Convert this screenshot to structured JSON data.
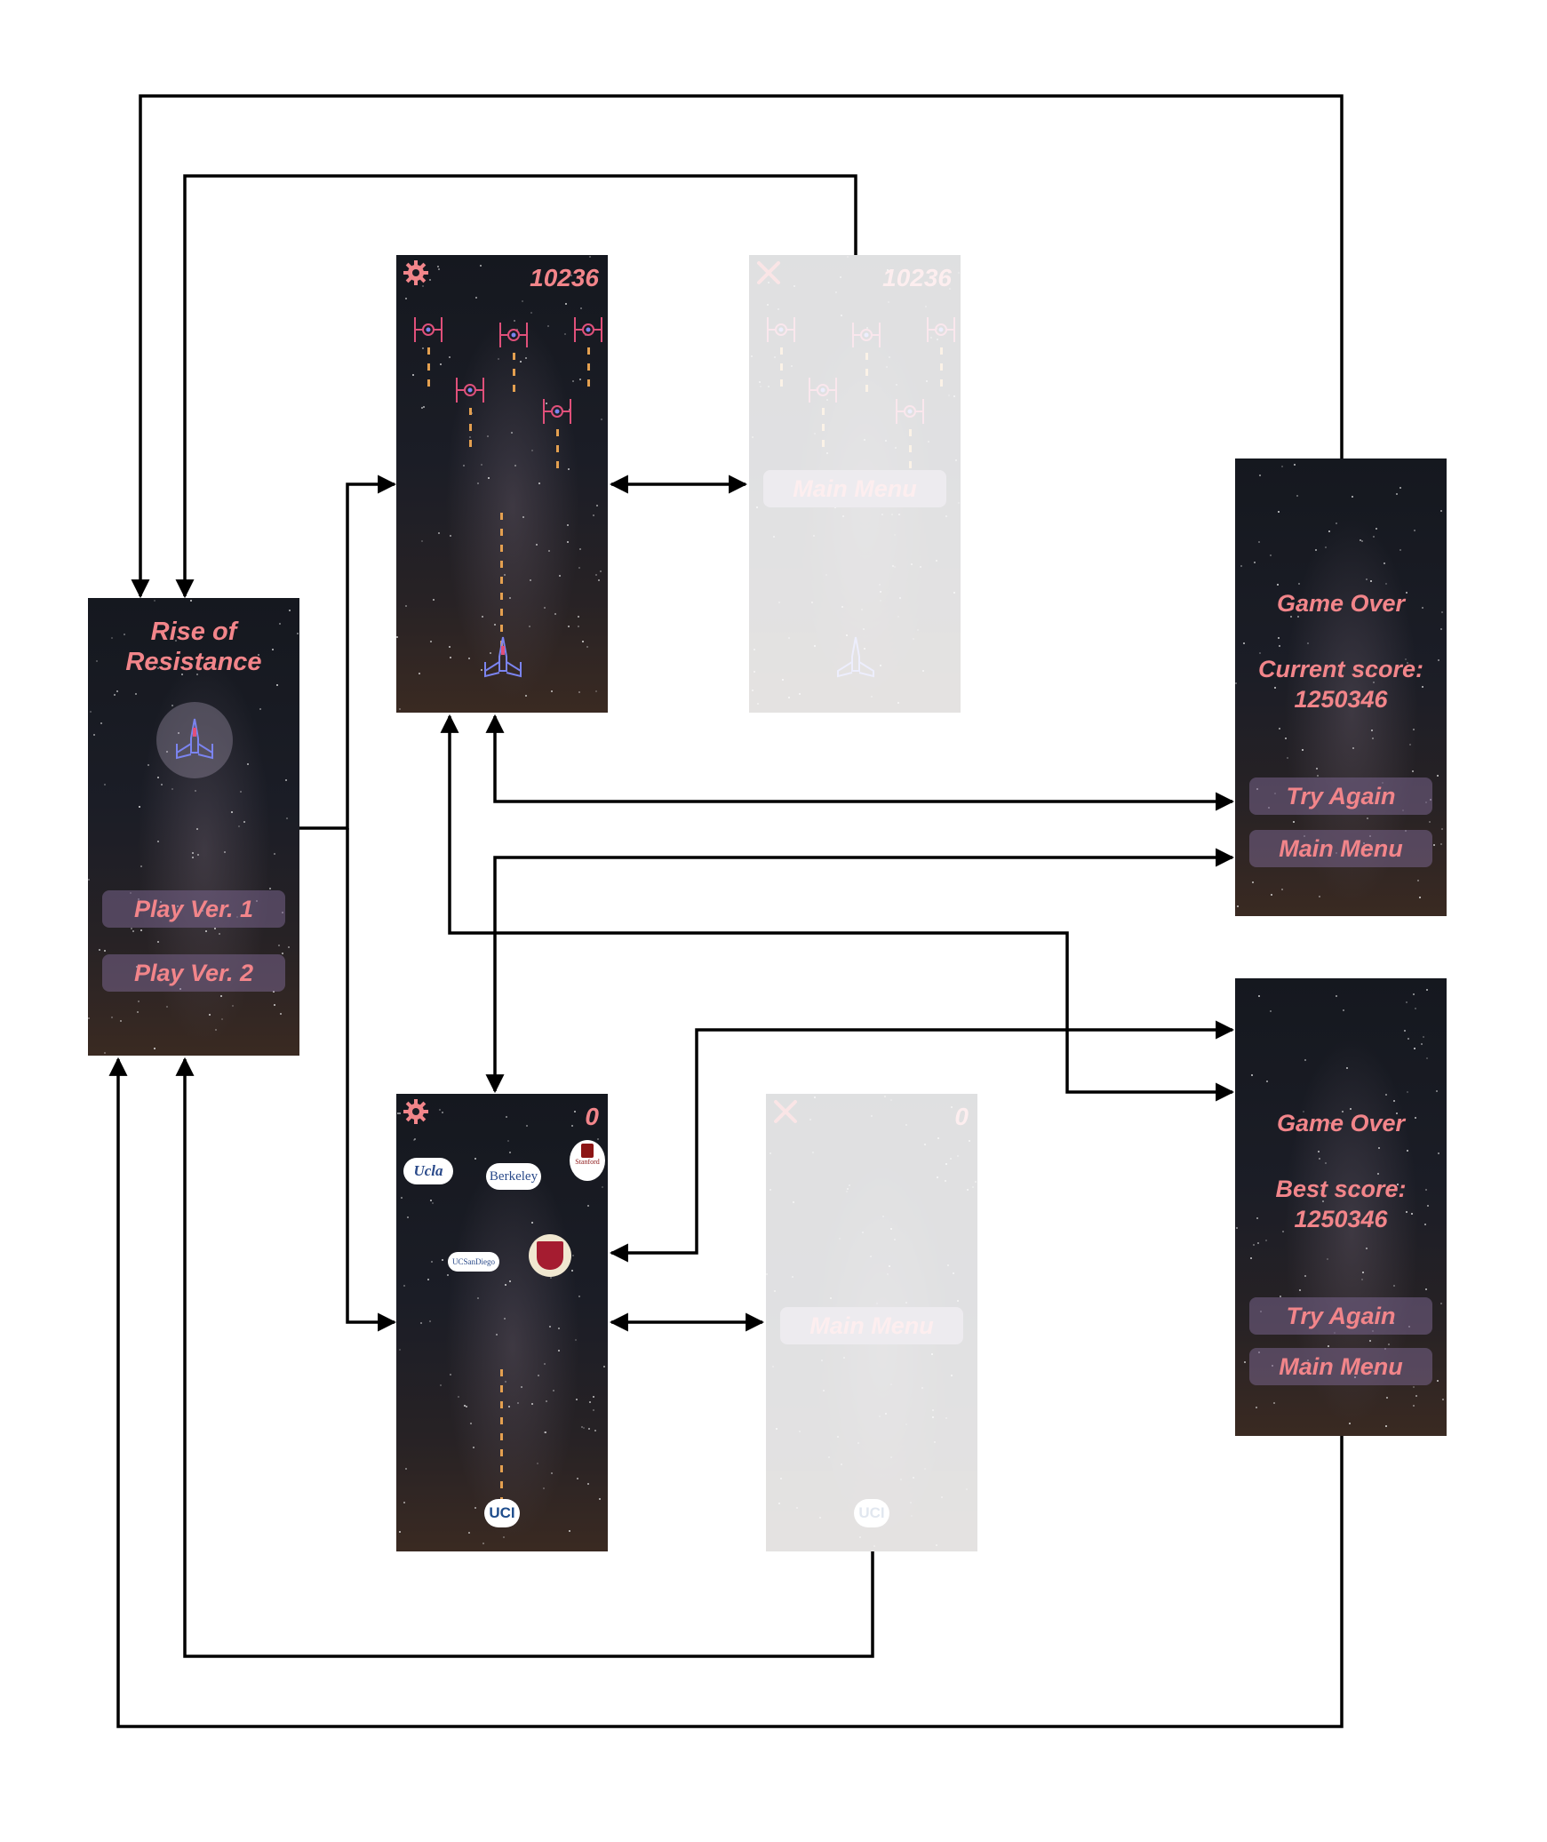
{
  "menu": {
    "title_line1": "Rise of",
    "title_line2": "Resistance",
    "play_v1": "Play Ver. 1",
    "play_v2": "Play Ver. 2"
  },
  "game_v1": {
    "score": "10236"
  },
  "pause_v1": {
    "score": "10236",
    "main_menu": "Main Menu"
  },
  "game_v2": {
    "score": "0",
    "logos": [
      "Ucla",
      "Berkeley",
      "Stanford",
      "UCSanDiego",
      "UCI"
    ]
  },
  "pause_v2": {
    "score": "0",
    "main_menu": "Main Menu"
  },
  "gameover_current": {
    "heading": "Game Over",
    "label": "Current score:",
    "value": "1250346",
    "try_again": "Try Again",
    "main_menu": "Main Menu"
  },
  "gameover_best": {
    "heading": "Game Over",
    "label": "Best score:",
    "value": "1250346",
    "try_again": "Try Again",
    "main_menu": "Main Menu"
  },
  "colors": {
    "accent": "#f2858a",
    "button": "#7a6a8c",
    "player_ship": "#7b84f0",
    "enemy_ship": "#e0507a",
    "connector": "#000000"
  },
  "icons": {
    "settings": "gear-icon",
    "close": "close-icon",
    "player": "starfighter-icon",
    "enemy": "tie-fighter-icon"
  }
}
